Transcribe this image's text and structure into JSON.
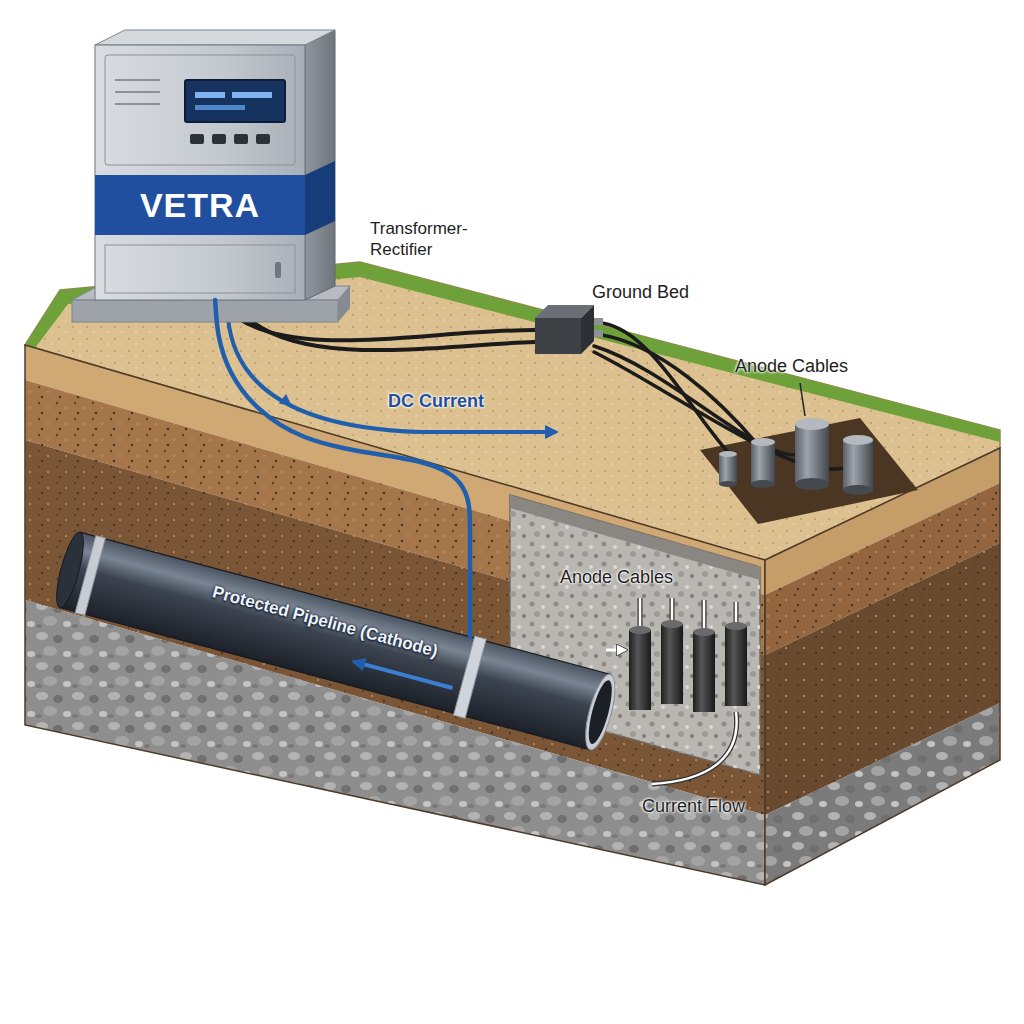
{
  "diagram": {
    "nodes": [
      {
        "text": [
          "VETRA"
        ]
      },
      {
        "text": [
          "Protected Pipeline (Cathode)"
        ]
      }
    ],
    "edges": [
      {
        "from": 0,
        "to": 1,
        "arrow": "none"
      }
    ],
    "labels": [
      "Transformer-Rectifier",
      "Ground Bed",
      "Anode Cables",
      "DC Current",
      "Anode Cables",
      "Current Flow"
    ]
  }
}
